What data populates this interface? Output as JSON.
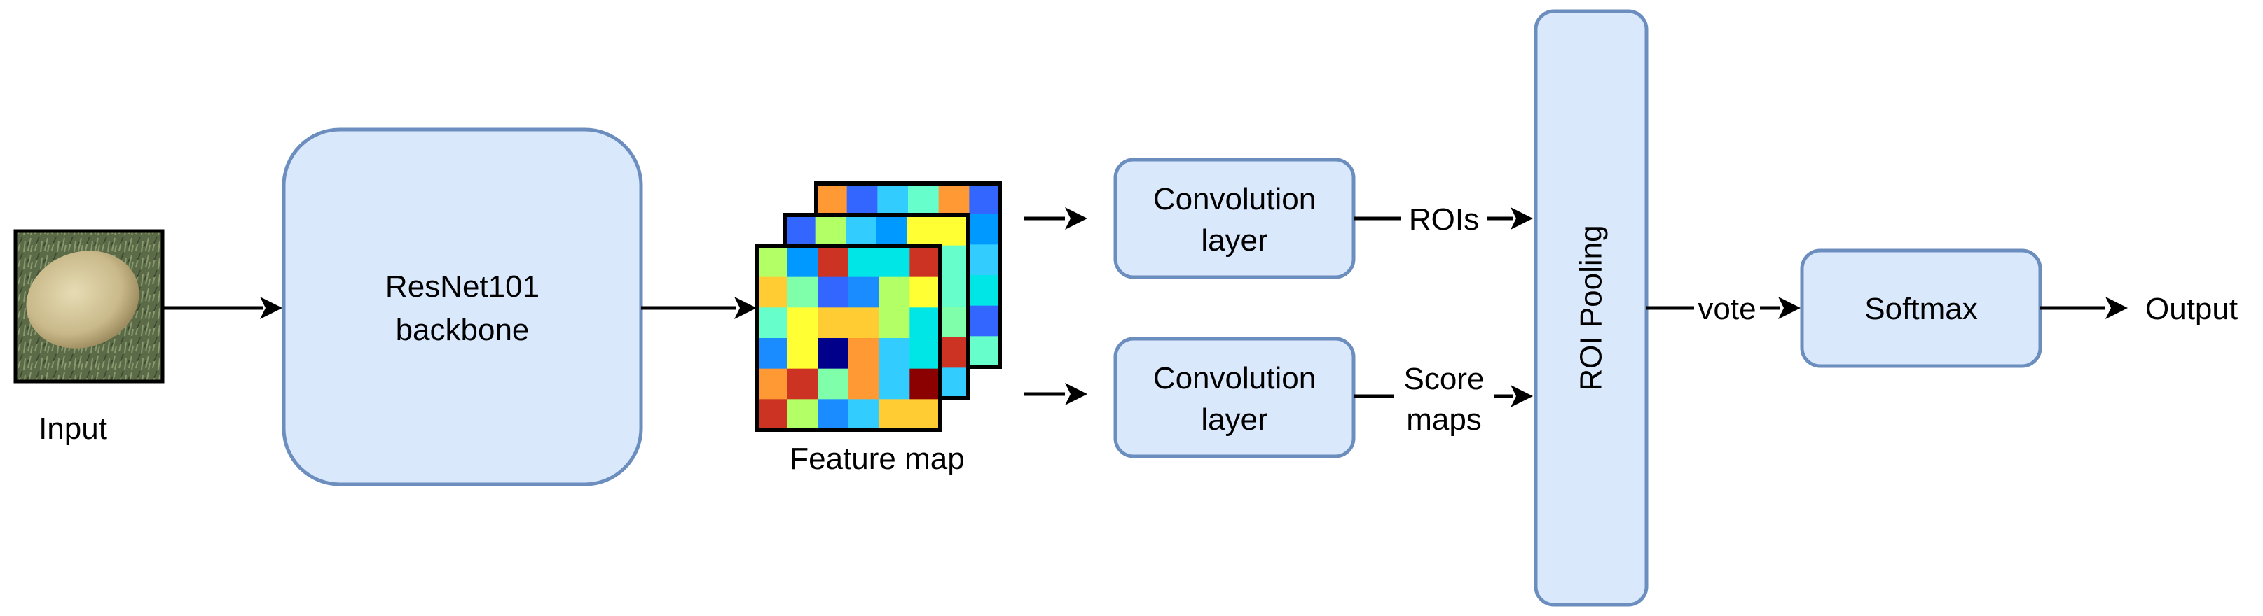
{
  "nodes": {
    "input": {
      "label": "Input"
    },
    "backbone": {
      "line1": "ResNet101",
      "line2": "backbone"
    },
    "feature_map": {
      "label": "Feature map"
    },
    "conv_top": {
      "line1": "Convolution",
      "line2": "layer"
    },
    "conv_bottom": {
      "line1": "Convolution",
      "line2": "layer"
    },
    "roi_pooling": {
      "label": "ROI Pooling"
    },
    "softmax": {
      "label": "Softmax"
    },
    "output": {
      "label": "Output"
    }
  },
  "edges": {
    "rois": "ROIs",
    "score_maps_line1": "Score",
    "score_maps_line2": "maps",
    "vote": "vote"
  },
  "colors": {
    "box_fill": "#dae8fc",
    "box_stroke": "#6c8ebf",
    "arrow": "#000000"
  },
  "icons": {
    "input_image": "potato-photo-icon",
    "feature_map": "heatmap-stack-icon"
  }
}
